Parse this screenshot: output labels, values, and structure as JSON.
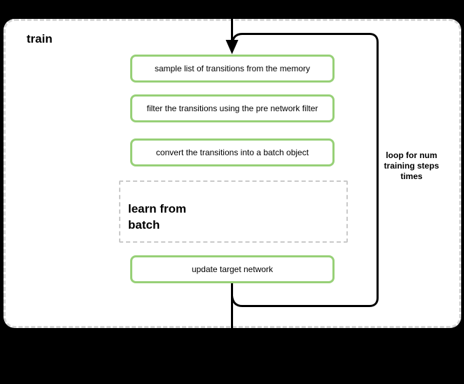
{
  "diagram": {
    "type": "flowchart",
    "container": {
      "title": "train"
    },
    "nodes": [
      {
        "id": "sample",
        "label": "sample list of transitions from the memory",
        "style": "solid-green"
      },
      {
        "id": "filter",
        "label": "filter the transitions using the pre network filter",
        "style": "solid-green"
      },
      {
        "id": "convert",
        "label": "convert the transitions into a batch object",
        "style": "solid-green"
      },
      {
        "id": "learn",
        "label": "learn from\nbatch",
        "style": "dashed-gray-subprocess"
      },
      {
        "id": "update",
        "label": "update target network",
        "style": "solid-green"
      }
    ],
    "annotations": {
      "loop_label": "loop for num\ntraining steps\ntimes"
    },
    "colors": {
      "background": "#000000",
      "container_fill": "#ffffff",
      "container_border_dashed": "#d6d6d6",
      "node_border_green": "#97d077",
      "subprocess_border_dashed": "#c9c9c9",
      "flow_line": "#000000",
      "text": "#000000"
    }
  }
}
